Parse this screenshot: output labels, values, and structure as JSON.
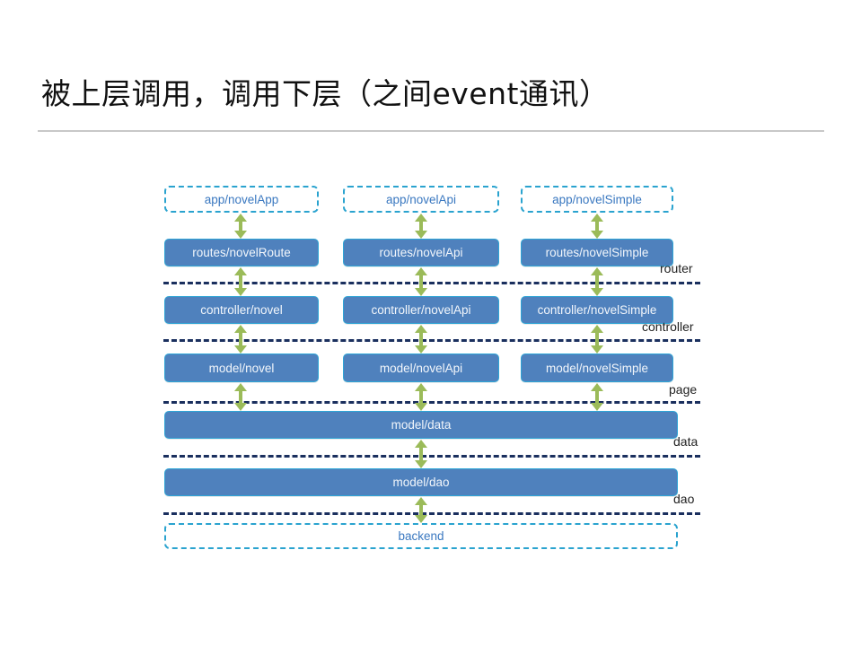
{
  "slide": {
    "title": "被上层调用，调用下层（之间event通讯）"
  },
  "diagram": {
    "colors": {
      "box_fill": "#4f81bd",
      "box_border": "#2fa5d6",
      "dashed_border": "#2aa3cf",
      "separator": "#1a2f5e",
      "arrow": "#9bbb59"
    },
    "columns": [
      {
        "app": "app/novelApp",
        "route": "routes/novelRoute",
        "controller": "controller/novel",
        "model": "model/novel"
      },
      {
        "app": "app/novelApi",
        "route": "routes/novelApi",
        "controller": "controller/novelApi",
        "model": "model/novelApi"
      },
      {
        "app": "app/novelSimple",
        "route": "routes/novelSimple",
        "controller": "controller/novelSimple",
        "model": "model/novelSimple"
      }
    ],
    "shared": {
      "data": "model/data",
      "dao": "model/dao",
      "backend": "backend"
    },
    "layer_labels": {
      "router": "router",
      "controller": "controller",
      "page": "page",
      "data": "data",
      "dao": "dao"
    },
    "arrow_type": "bidirectional"
  }
}
